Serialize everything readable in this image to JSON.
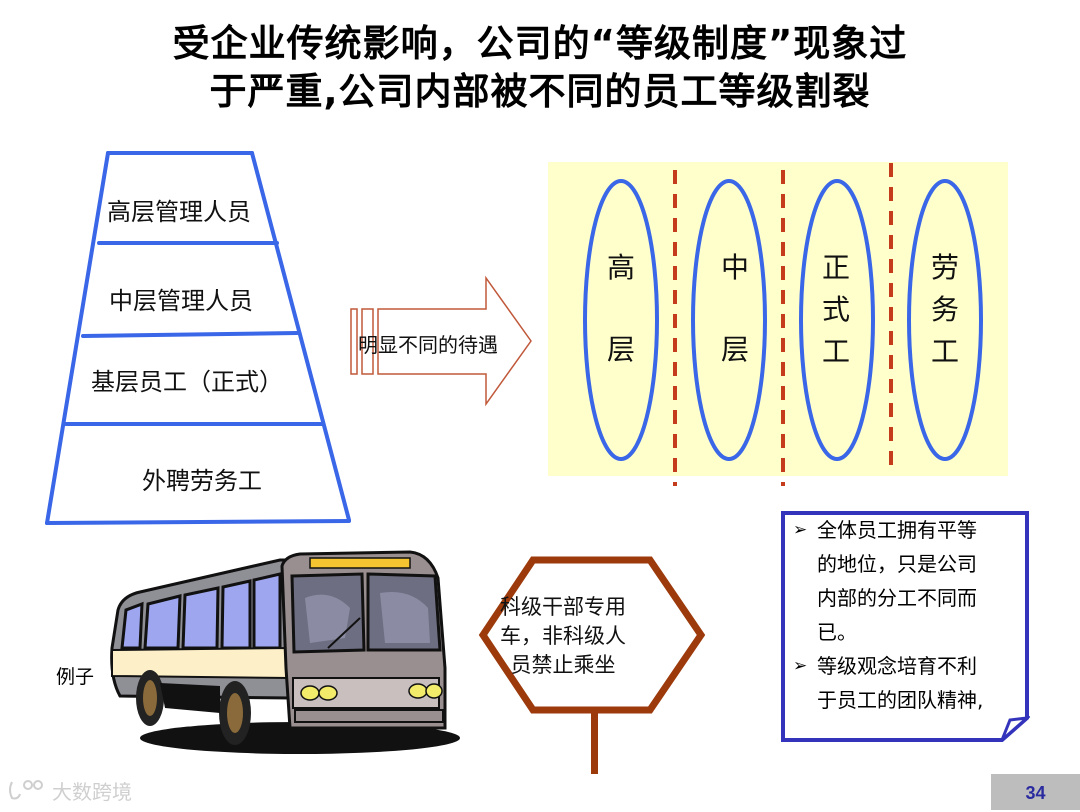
{
  "slide": {
    "title_line1": "受企业传统影响，公司的“等级制度”现象过",
    "title_line2": "于严重,公司内部被不同的员工等级割裂",
    "page_number": "34"
  },
  "pyramid": {
    "levels": [
      {
        "label": "高层管理人员"
      },
      {
        "label": "中层管理人员"
      },
      {
        "label": "基层员工（正式）"
      },
      {
        "label": "外聘劳务工"
      }
    ],
    "border_color": "#3a66e8"
  },
  "arrow": {
    "label": "明显不同的待遇",
    "stroke_color": "#c0583a"
  },
  "segregation_panel": {
    "background": "#ffffcc",
    "divider_color": "#c43c1c",
    "oval_color": "#3a66e8",
    "groups": [
      {
        "chars": [
          "高",
          "层"
        ]
      },
      {
        "chars": [
          "中",
          "层"
        ]
      },
      {
        "chars": [
          "正",
          "式",
          "工"
        ]
      },
      {
        "chars": [
          "劳",
          "务",
          "工"
        ]
      }
    ]
  },
  "example": {
    "label": "例子",
    "image": "bus-illustration"
  },
  "sign": {
    "text_lines": [
      "科级干部专用",
      "车，非科级人",
      "员禁止乘坐"
    ],
    "border_color": "#9c3a0c"
  },
  "note": {
    "border_color": "#3333bb",
    "bullet_icon": "arrow-bullet",
    "items": [
      {
        "lines": [
          "全体员工拥有平等",
          "的地位，只是公司",
          "内部的分工不同而",
          "已。"
        ]
      },
      {
        "lines": [
          "等级观念培育不利",
          "于员工的团队精神,"
        ]
      }
    ]
  },
  "watermark": {
    "text": "大数跨境"
  }
}
